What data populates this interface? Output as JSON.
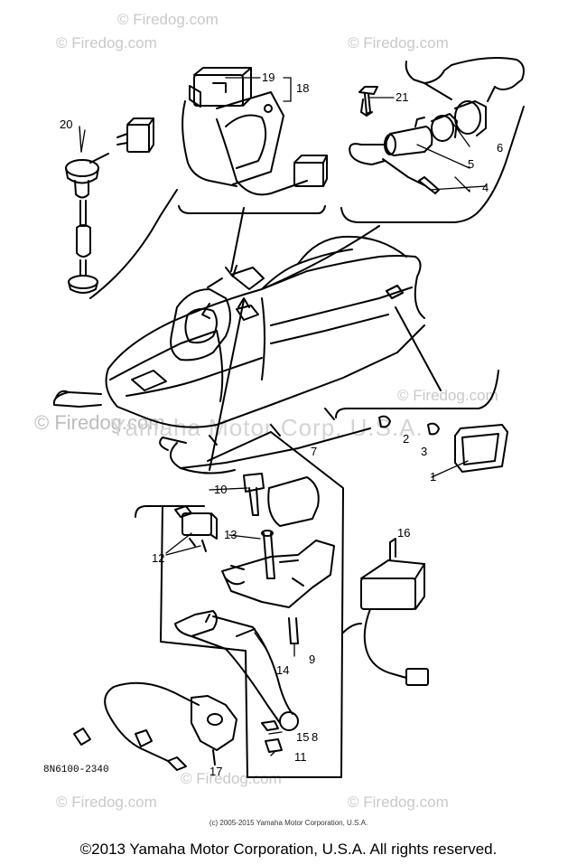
{
  "watermarks": {
    "brand": "Firedog.com",
    "brand_long": "Firedog.com",
    "center": "Yamaha Motor Corp, U.S.A."
  },
  "part_labels": {
    "p1": "1",
    "p2": "2",
    "p3": "3",
    "p4": "4",
    "p5": "5",
    "p6": "6",
    "p7": "7",
    "p8": "8",
    "p9": "9",
    "p10": "10",
    "p11": "11",
    "p12": "12",
    "p13": "13",
    "p14": "14",
    "p15": "15",
    "p16": "16",
    "p17": "17",
    "p18": "18",
    "p19": "19",
    "p20": "20",
    "p21": "21"
  },
  "diagram_code": "8N6100-2340",
  "copyright_small": "(c) 2005-2015 Yamaha Motor Corporation, U.S.A.",
  "copyright_footer": "©2013 Yamaha Motor Corporation, U.S.A. All rights reserved."
}
